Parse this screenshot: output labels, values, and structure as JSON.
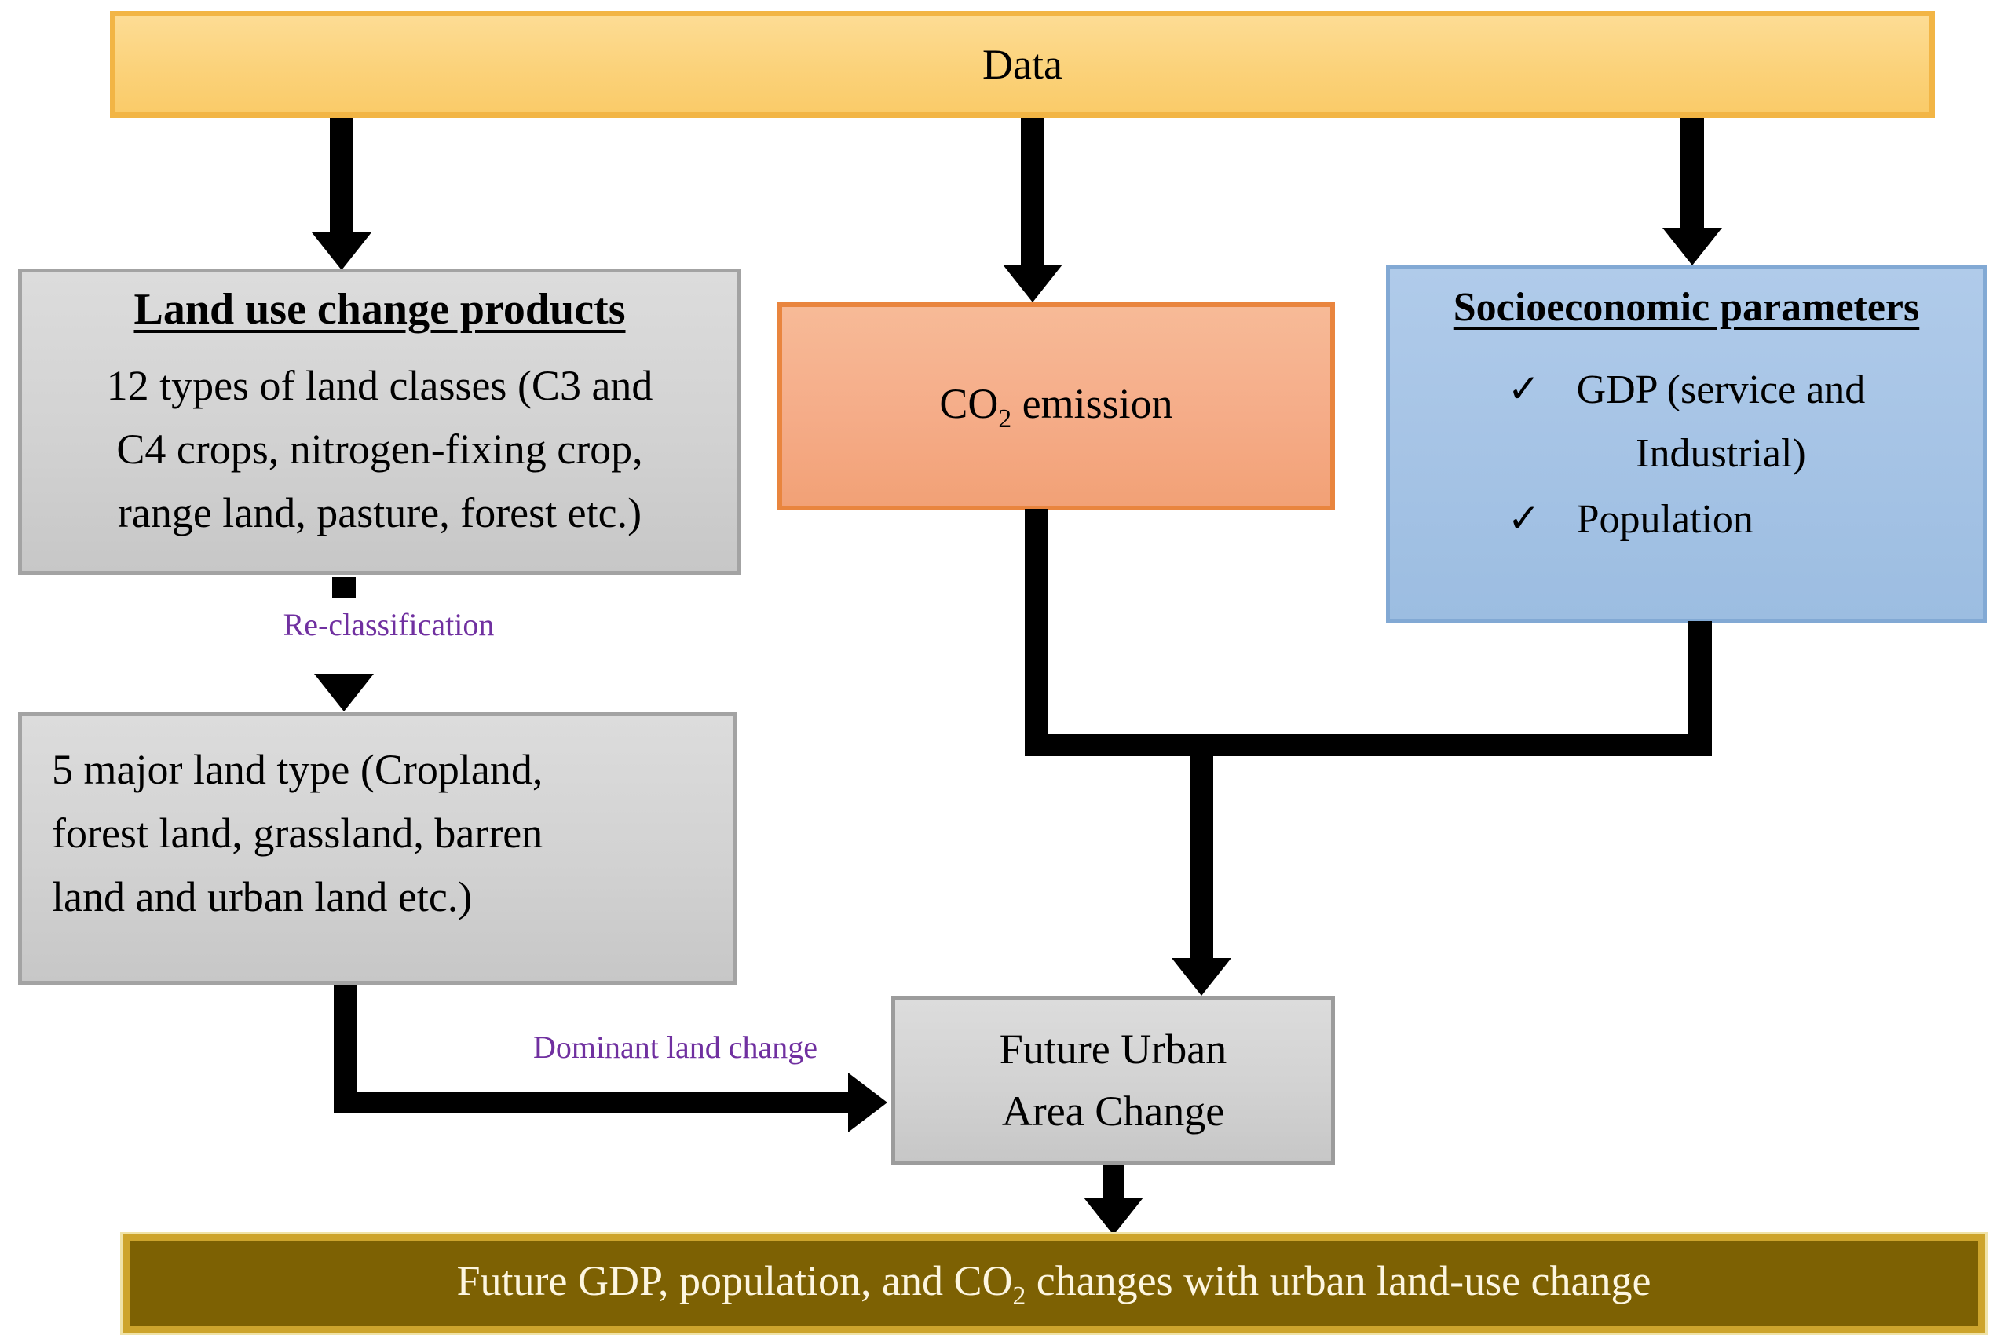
{
  "diagram": {
    "data_box": {
      "label": "Data"
    },
    "land_use_box": {
      "title": "Land use change products",
      "lines": [
        "12 types of land classes (C3 and",
        "C4 crops, nitrogen-fixing crop,",
        "range land, pasture, forest etc.)"
      ]
    },
    "co2_box": {
      "prefix": "CO",
      "subscript": "2",
      "suffix": " emission"
    },
    "socio_box": {
      "title": "Socioeconomic parameters",
      "items": [
        {
          "icon": "✓",
          "lines": [
            "GDP (service and",
            "Industrial)"
          ]
        },
        {
          "icon": "✓",
          "lines": [
            "Population"
          ]
        }
      ]
    },
    "reclass_label": "Re-classification",
    "five_land_box": {
      "lines": [
        "5 major land type (Cropland,",
        "forest land, grassland, barren",
        "land and urban land etc.)"
      ]
    },
    "dominant_label": "Dominant land change",
    "future_urban_box": {
      "lines": [
        "Future Urban",
        "Area Change"
      ]
    },
    "result_box": {
      "prefix": "Future GDP, population, and CO",
      "subscript": "2",
      "suffix": " changes with urban land-use change"
    },
    "colors": {
      "data_fill": "#FBD27A",
      "data_border": "#F2B545",
      "gray_fill": "#D2D2D2",
      "gray_border": "#A3A3A3",
      "co2_fill": "#F5AC88",
      "co2_border": "#E9853E",
      "socio_fill": "#A5C3E5",
      "socio_border": "#82A9D4",
      "result_fill": "#7D6103",
      "result_border": "#CDA42C",
      "result_text": "#FDF6E0",
      "label_purple": "#7030A0",
      "arrow_black": "#000000"
    }
  }
}
